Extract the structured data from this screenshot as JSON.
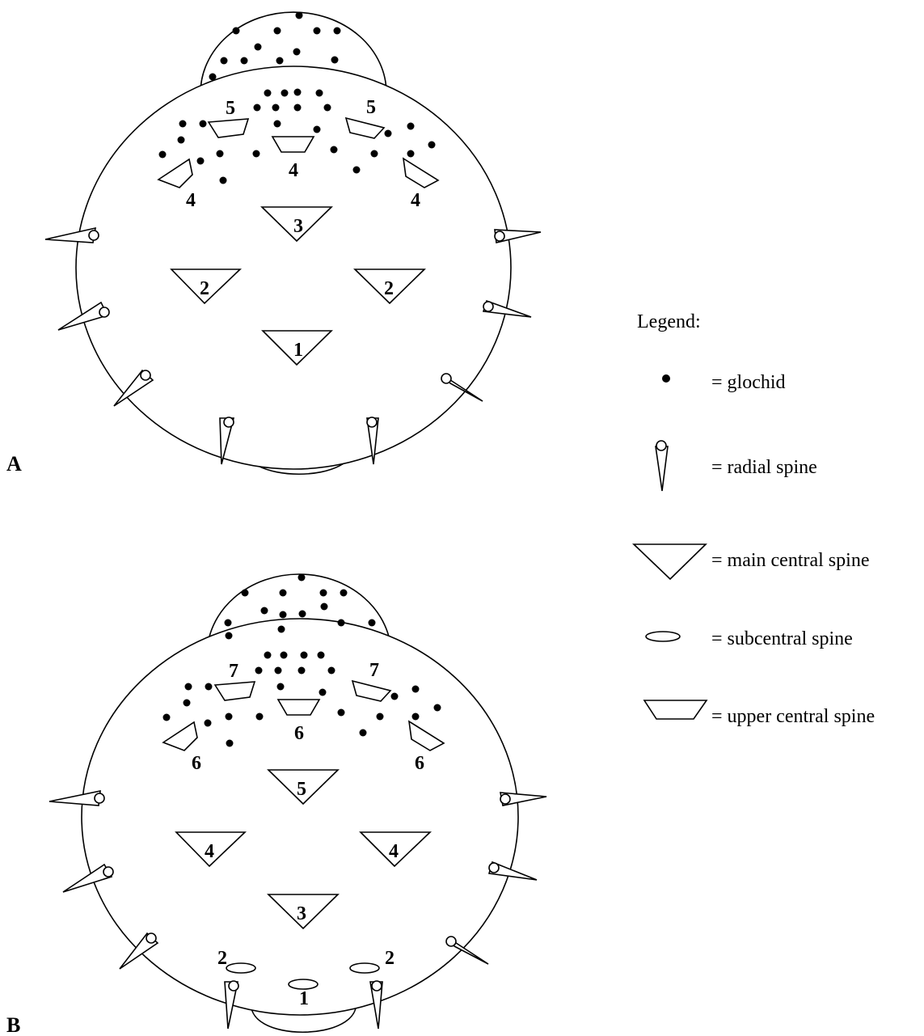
{
  "panels": [
    {
      "label": "A",
      "upper_central_numbers": [
        "5",
        "5",
        "4",
        "4",
        "4"
      ],
      "main_central_numbers": [
        "3",
        "2",
        "2",
        "1"
      ],
      "subcentral_numbers": []
    },
    {
      "label": "B",
      "upper_central_numbers": [
        "7",
        "7",
        "6",
        "6",
        "6"
      ],
      "main_central_numbers": [
        "5",
        "4",
        "4",
        "3"
      ],
      "subcentral_numbers": [
        "2",
        "2",
        "1"
      ]
    }
  ],
  "legend": {
    "title": "Legend:",
    "items": [
      {
        "symbol": "glochid",
        "icon": "dot-icon",
        "text": "= glochid"
      },
      {
        "symbol": "radial-spine",
        "icon": "spike-icon",
        "text": "= radial spine"
      },
      {
        "symbol": "main-central-spine",
        "icon": "inverted-triangle-icon",
        "text": "= main central spine"
      },
      {
        "symbol": "subcentral-spine",
        "icon": "ellipse-icon",
        "text": "= subcentral spine"
      },
      {
        "symbol": "upper-central-spine",
        "icon": "trapezoid-icon",
        "text": "= upper central spine"
      }
    ]
  },
  "colors": {
    "ink": "#000000",
    "paper": "#ffffff"
  }
}
